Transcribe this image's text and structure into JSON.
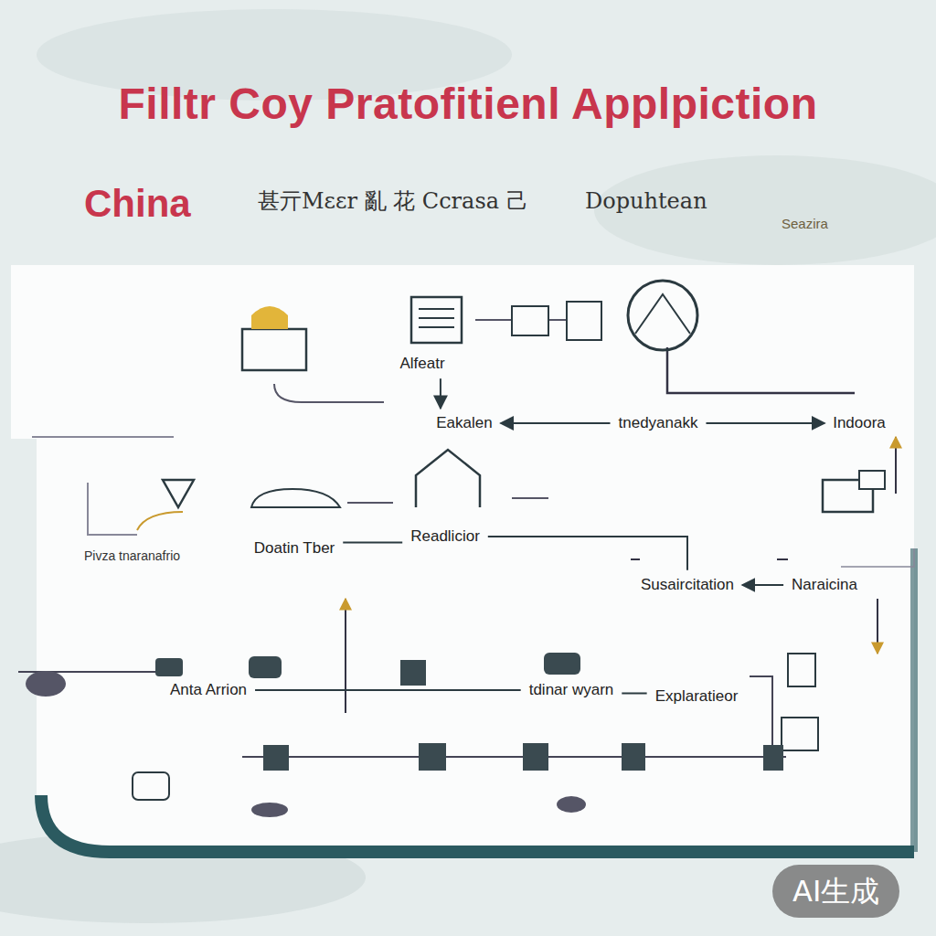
{
  "diagram": {
    "title": "Filltr Coy Pratofitienl Applpiction",
    "nodes": [
      {
        "text": [
          "Alfeatr"
        ]
      },
      {
        "text": [
          "Eakalen"
        ]
      },
      {
        "text": [
          "tnedyanakk"
        ]
      },
      {
        "text": [
          "Indoora"
        ]
      },
      {
        "text": [
          "Doatin Tber"
        ]
      },
      {
        "text": [
          "Readlicior"
        ]
      },
      {
        "text": [
          "Susaircitation"
        ]
      },
      {
        "text": [
          "Naraicina"
        ]
      },
      {
        "text": [
          "Anta Arrion"
        ]
      },
      {
        "text": [
          "tdinar wyarn"
        ]
      },
      {
        "text": [
          "Explaratieor"
        ]
      }
    ],
    "edges": [
      {
        "from": 0,
        "to": 1,
        "arrow": "to"
      },
      {
        "from": 2,
        "to": 1,
        "arrow": "to"
      },
      {
        "from": 2,
        "to": 3,
        "arrow": "to"
      },
      {
        "from": 4,
        "to": 5,
        "arrow": "none"
      },
      {
        "from": 5,
        "to": 6,
        "arrow": "none"
      },
      {
        "from": 7,
        "to": 6,
        "arrow": "to"
      },
      {
        "from": 8,
        "to": 9,
        "arrow": "none"
      },
      {
        "from": 9,
        "to": 10,
        "arrow": "none"
      }
    ],
    "labels": [
      "China",
      "甚亓Mɛɛr 亂 花 Ccrasa 己",
      "Dopuhtean",
      "Seazira",
      "Pivza tnaranafrio",
      "AI生成"
    ]
  }
}
